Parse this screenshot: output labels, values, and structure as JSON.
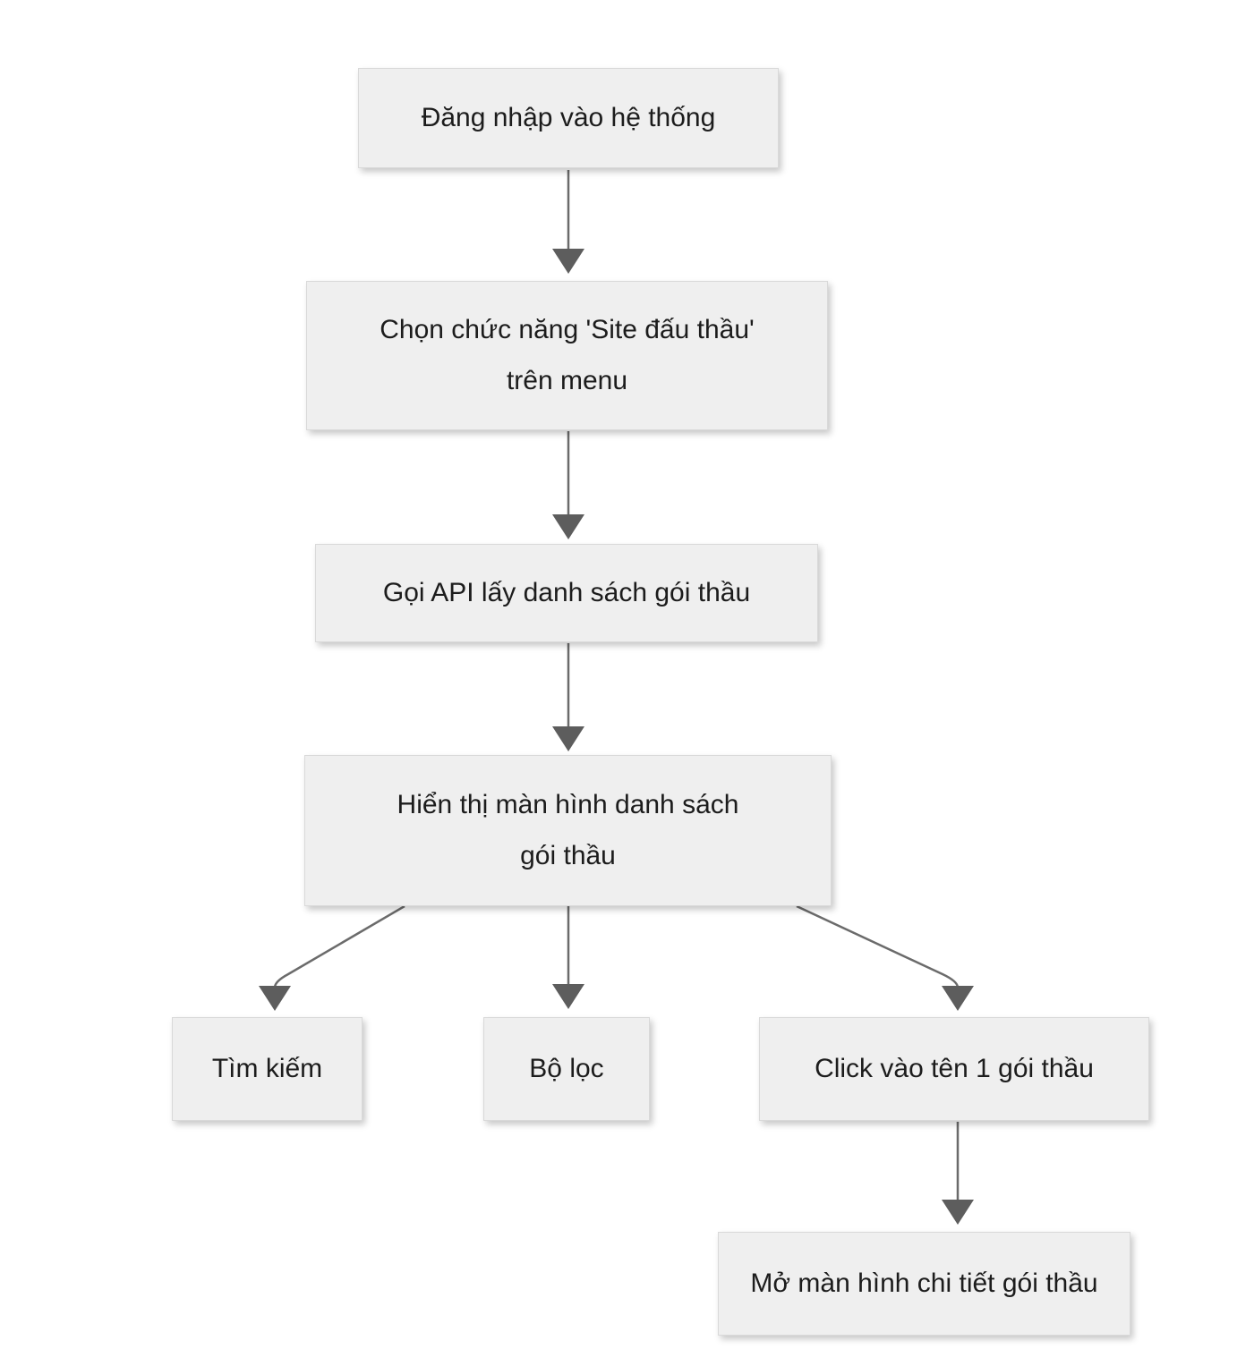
{
  "diagram": {
    "type": "flowchart",
    "direction": "top-down",
    "background": "#ffffff",
    "node_fill": "#efefef",
    "node_border": "#d9d9d9",
    "text_color": "#1c1c1c",
    "arrow_color": "#6b6b6b",
    "arrowhead_color": "#5d5d5d",
    "nodes": {
      "login": {
        "label": "Đăng nhập vào hệ thống",
        "lines": [
          "Đăng nhập vào hệ thống"
        ]
      },
      "choose_menu": {
        "label": "Chọn chức năng 'Site đấu thầu' trên menu",
        "lines": [
          "Chọn chức năng 'Site đấu thầu'",
          "trên menu"
        ]
      },
      "call_api": {
        "label": "Gọi API lấy danh sách gói thầu",
        "lines": [
          "Gọi API lấy danh sách gói thầu"
        ]
      },
      "show_list": {
        "label": "Hiển thị màn hình danh sách gói thầu",
        "lines": [
          "Hiển thị màn hình danh sách",
          "gói thầu"
        ]
      },
      "search": {
        "label": "Tìm kiếm",
        "lines": [
          "Tìm kiếm"
        ]
      },
      "filter": {
        "label": "Bộ lọc",
        "lines": [
          "Bộ lọc"
        ]
      },
      "click_package": {
        "label": "Click vào tên 1 gói thầu",
        "lines": [
          "Click vào tên 1 gói thầu"
        ]
      },
      "open_detail": {
        "label": "Mở màn hình chi tiết gói thầu",
        "lines": [
          "Mở màn hình chi tiết gói thầu"
        ]
      }
    },
    "edges": [
      {
        "from": "login",
        "to": "choose_menu"
      },
      {
        "from": "choose_menu",
        "to": "call_api"
      },
      {
        "from": "call_api",
        "to": "show_list"
      },
      {
        "from": "show_list",
        "to": "search"
      },
      {
        "from": "show_list",
        "to": "filter"
      },
      {
        "from": "show_list",
        "to": "click_package"
      },
      {
        "from": "click_package",
        "to": "open_detail"
      }
    ]
  }
}
